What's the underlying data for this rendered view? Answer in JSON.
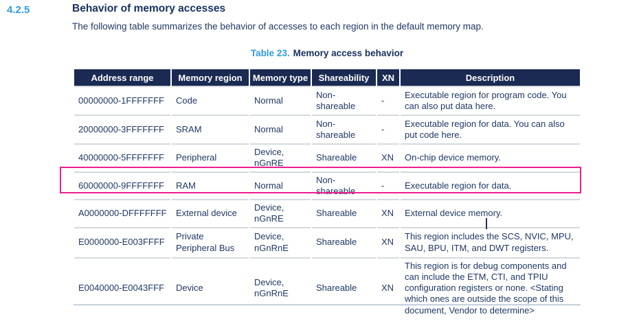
{
  "section": {
    "number": "4.2.5",
    "title": "Behavior of memory accesses",
    "intro": "The following table summarizes the behavior of accesses to each region in the default memory map."
  },
  "table": {
    "caption_label": "Table 23.",
    "caption_title": "Memory access behavior",
    "columns": [
      "Address range",
      "Memory region",
      "Memory type",
      "Shareability",
      "XN",
      "Description"
    ],
    "rows": [
      {
        "range": "00000000-1FFFFFFF",
        "region": "Code",
        "type": "Normal",
        "shareability": "Non-shareable",
        "xn": "-",
        "description": "Executable region for program code. You can also put data here.",
        "highlighted": false
      },
      {
        "range": "20000000-3FFFFFFF",
        "region": "SRAM",
        "type": "Normal",
        "shareability": "Non-shareable",
        "xn": "-",
        "description": "Executable region for data. You can also put code here.",
        "highlighted": false
      },
      {
        "range": "40000000-5FFFFFFF",
        "region": "Peripheral",
        "type": "Device, nGnRE",
        "shareability": "Shareable",
        "xn": "XN",
        "description": "On-chip device memory.",
        "highlighted": false
      },
      {
        "range": "60000000-9FFFFFFF",
        "region": "RAM",
        "type": "Normal",
        "shareability": "Non-shareable",
        "xn": "-",
        "description": "Executable region for data.",
        "highlighted": true
      },
      {
        "range": "A0000000-DFFFFFFF",
        "region": "External device",
        "type": "Device, nGnRE",
        "shareability": "Shareable",
        "xn": "XN",
        "description": "External device memory.",
        "highlighted": false
      },
      {
        "range": "E0000000-E003FFFF",
        "region": "Private Peripheral Bus",
        "type": "Device, nGnRnE",
        "shareability": "Shareable",
        "xn": "XN",
        "description": "This region includes the SCS, NVIC, MPU, SAU, BPU, ITM, and DWT registers.",
        "highlighted": false
      },
      {
        "range": "E0040000-E0043FFF",
        "region": "Device",
        "type": "Device, nGnRnE",
        "shareability": "Shareable",
        "xn": "XN",
        "description": "This region is for debug components and can include the ETM, CTI, and TPIU configuration registers or none. <Stating which ones are outside the scope of this document, Vendor to determine>",
        "highlighted": false
      }
    ]
  },
  "colors": {
    "accent_blue": "#2f9dd8",
    "navy_text": "#1f3864",
    "heading_navy": "#17305e",
    "header_bg": "#1a2a52",
    "header_text": "#ffffff",
    "row_line": "#d5d9de",
    "bottom_line": "#93a5bf",
    "highlight": "#ee1d8e"
  }
}
